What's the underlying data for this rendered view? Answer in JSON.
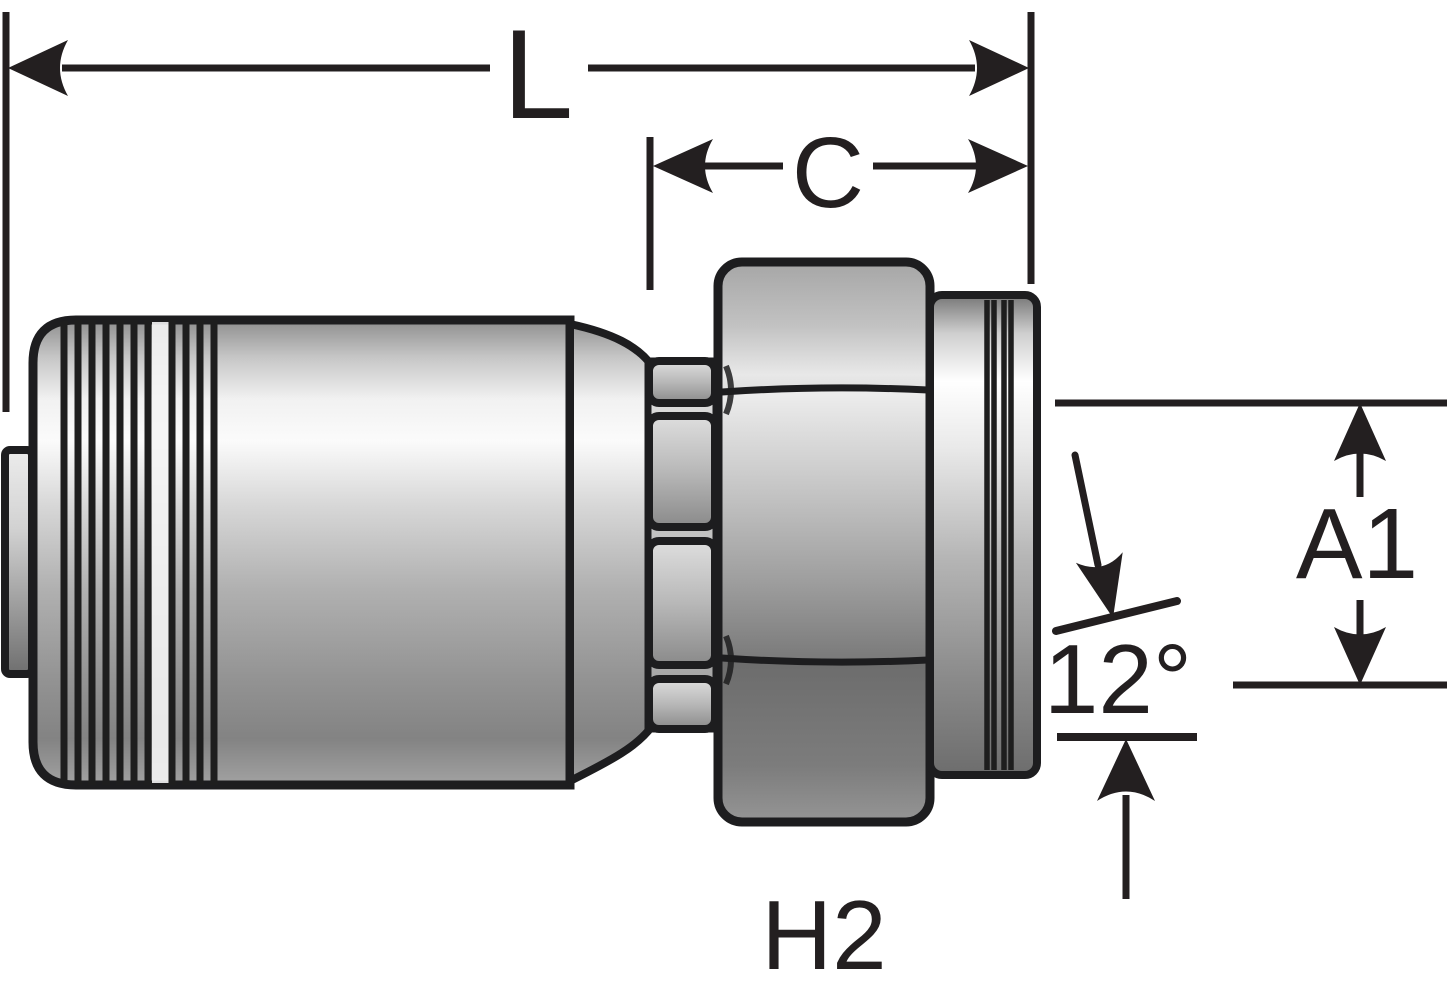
{
  "labels": {
    "overall_length": "L",
    "cutoff_length": "C",
    "seat_dimension": "A1",
    "seat_angle": "12°",
    "hex_size": "H2"
  },
  "colors": {
    "background": "#ffffff",
    "line": "#231f20",
    "outline": "#1d1d1f",
    "metal_highlight": "#fbfbfb",
    "metal_midtone": "#a8a8a8",
    "metal_shadow": "#6e6e6e"
  }
}
